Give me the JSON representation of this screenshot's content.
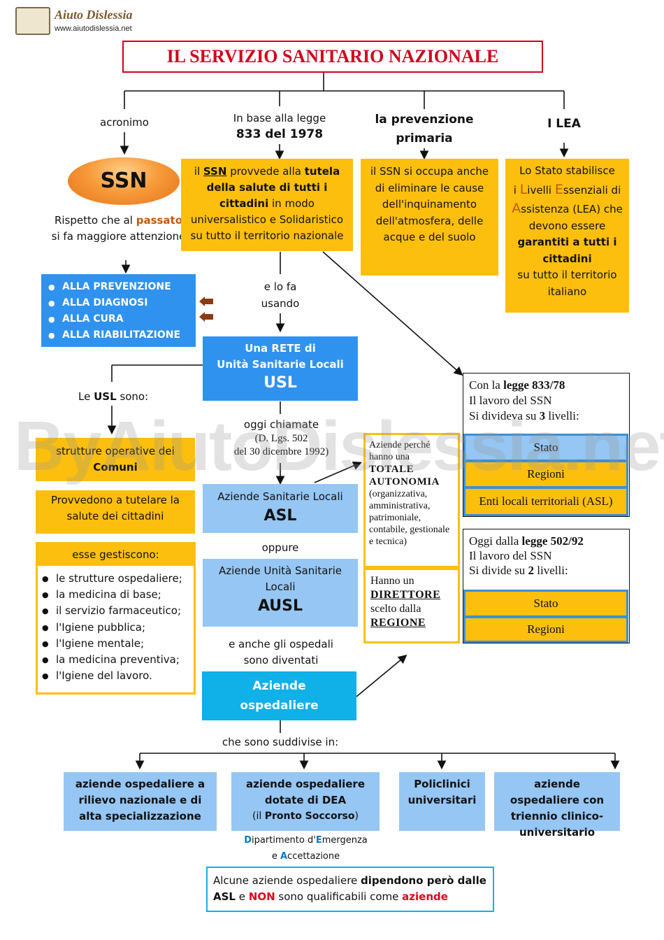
{
  "logo": {
    "name": "Aiuto Dislessia",
    "url": "www.aiutodislessia.net"
  },
  "watermark": "ByAiutoDislessia.net",
  "title": "IL SERVIZIO SANITARIO NAZIONALE",
  "branch1": {
    "label": "acronimo",
    "acronym": "SSN",
    "note_pre": "Rispetto che al",
    "note_hl": "passato",
    "note_post": "si fa maggiore attenzione",
    "list": [
      "ALLA PREVENZIONE",
      "ALLA DIAGNOSI",
      "ALLA CURA",
      "ALLA RIABILITAZIONE"
    ]
  },
  "branch2": {
    "label_1": "In base alla legge",
    "label_2": "833 del 1978",
    "box": {
      "p1": "il",
      "p2": "SSN",
      "p3": "provvede alla",
      "p4": "tutela della salute di tutti i cittadini",
      "p5": "in modo universalistico e Solidaristico su tutto il territorio nazionale"
    },
    "link_1": "e lo fa",
    "link_2": "usando"
  },
  "branch3": {
    "label": "la prevenzione primaria",
    "box": "il SSN si occupa anche di eliminare le cause dell'inquinamento dell'atmosfera, delle acque e del suolo"
  },
  "branch4": {
    "label": "I LEA",
    "box": {
      "a": "Lo Stato stabilisce",
      "b1": "i",
      "b2": "L",
      "b3": "ivelli",
      "b4": "E",
      "b5": "ssenziali di",
      "c1": "A",
      "c2": "ssistenza (LEA) che devono essere",
      "d": "garantiti a tutti i cittadini",
      "e": "su tutto il territorio italiano"
    }
  },
  "usl": {
    "line1": "Una RETE di",
    "line2": "Unità Sanitarie Locali",
    "abbr": "USL"
  },
  "usl_left": {
    "label_pre": "Le",
    "label_b": "USL",
    "label_post": "sono:",
    "box1_pre": "strutture operative dei",
    "box1_b": "Comuni",
    "box2": "Provvedono a tutelare la salute dei cittadini",
    "manage_title": "esse gestiscono:",
    "manage_list": [
      "le strutture ospedaliere;",
      "la medicina di base;",
      "il servizio farmaceutico;",
      "l'Igiene pubblica;",
      "l'Igiene mentale;",
      "la medicina preventiva;",
      "l'Igiene del lavoro."
    ]
  },
  "today": {
    "line1": "oggi chiamate",
    "line2": "(D. Lgs. 502",
    "line3": "del 30 dicembre 1992)"
  },
  "asl": {
    "name": "Aziende Sanitarie Locali",
    "abbr": "ASL"
  },
  "oppure": "oppure",
  "ausl": {
    "name": "Aziende Unità Sanitarie Locali",
    "abbr": "AUSL"
  },
  "hosp_link": "e anche gli ospedali sono diventati",
  "hosp": {
    "line1": "Aziende",
    "line2": "ospedaliere"
  },
  "subdiv_label": "che sono suddivise in:",
  "types": [
    {
      "text": "aziende ospedaliere a rilievo nazionale e di alta specializzazione"
    },
    {
      "text": "aziende ospedaliere dotate di DEA",
      "sub_pre": "(il",
      "sub_b": "Pronto Soccorso",
      "sub_post": ")"
    },
    {
      "text": "Policlinici universitari"
    },
    {
      "text": "aziende ospedaliere con triennio clinico-universitario"
    }
  ],
  "dea": {
    "D": "D",
    "d_rest": "ipartimento d'",
    "E": "E",
    "e_rest": "mergenza",
    "e2": "e",
    "A": "A",
    "a_rest": "ccettazione"
  },
  "note": {
    "a": "Alcune aziende ospedaliere",
    "b": "dipendono però dalle ASL",
    "c": "e",
    "d": "NON",
    "e": "sono qualificabili come",
    "f": "aziende"
  },
  "autonomy": {
    "a": "Aziende perché hanno una",
    "b": "TOTALE AUTONOMIA",
    "c": "(organizzativa, amministrativa, patrimoniale, contabile, gestionale e tecnica)"
  },
  "director": {
    "a": "Hanno un",
    "b": "DIRETTORE",
    "c": "scelto dalla",
    "d": "REGIONE"
  },
  "levels_old": {
    "a": "Con la",
    "b": "legge 833/78",
    "c": "Il lavoro del SSN",
    "d": "Si divideva su",
    "e": "3",
    "f": "livelli:",
    "items": [
      "Stato",
      "Regioni",
      "Enti locali territoriali (ASL)"
    ]
  },
  "levels_new": {
    "a": "Oggi dalla",
    "b": "legge 502/92",
    "c": "Il lavoro del SSN",
    "d": "Si divide su",
    "e": "2",
    "f": "livelli:",
    "items": [
      "Stato",
      "Regioni"
    ]
  },
  "colors": {
    "yellow": "#fdbf0d",
    "blue": "#2f92ef",
    "light_blue": "#96c6f3",
    "cyan": "#10b0e8",
    "title_red": "#d0001c",
    "highlight_orange": "#c05a10"
  }
}
